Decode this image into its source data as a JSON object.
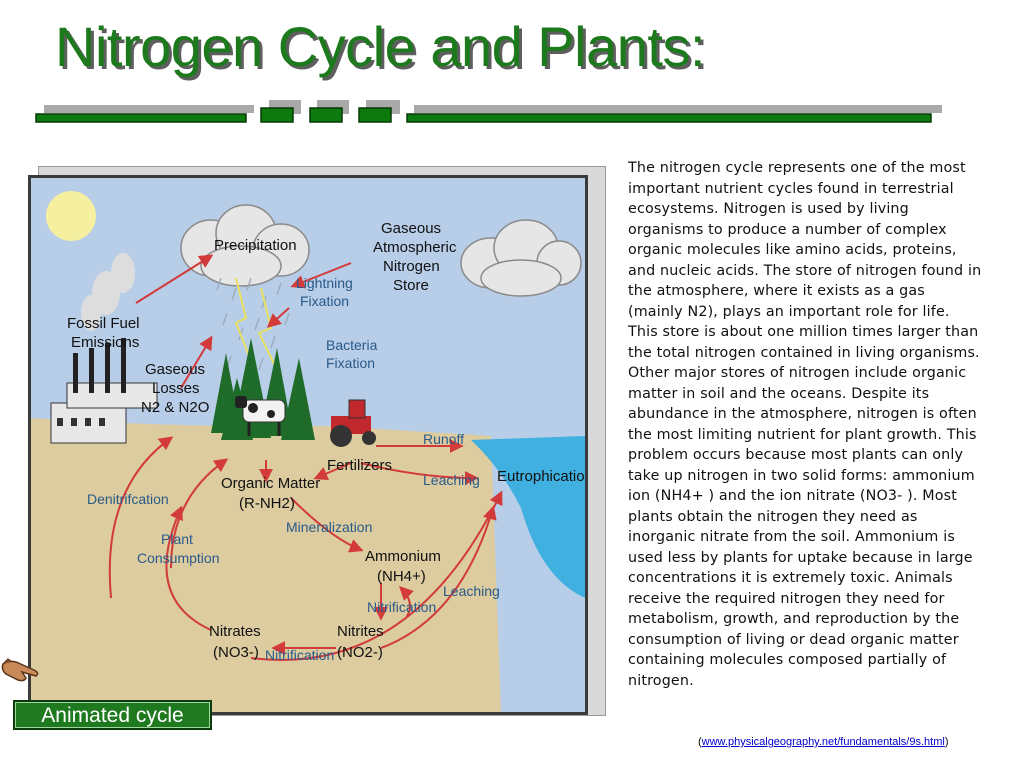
{
  "title": "Nitrogen Cycle and Plants:",
  "diagram": {
    "labels": {
      "precipitation": "Precipitation",
      "gaseous_atmospheric_1": "Gaseous",
      "gaseous_atmospheric_2": "Atmospheric",
      "gaseous_atmospheric_3": "Nitrogen",
      "gaseous_atmospheric_4": "Store",
      "lightning_1": "Lightning",
      "lightning_2": "Fixation",
      "fossil_1": "Fossil Fuel",
      "fossil_2": "Emissions",
      "losses_1": "Gaseous",
      "losses_2": "Losses",
      "losses_3": "N2 & N2O",
      "bacteria_1": "Bacteria",
      "bacteria_2": "Fixation",
      "runoff": "Runoff",
      "fertilizers": "Fertilizers",
      "leaching_1": "Leaching",
      "eutrophication": "Eutrophication",
      "denitrification": "Denitrifcation",
      "organic_1": "Organic Matter",
      "organic_2": "(R-NH2)",
      "mineralization": "Mineralization",
      "plant_1": "Plant",
      "plant_2": "Consumption",
      "ammonium_1": "Ammonium",
      "ammonium_2": "(NH4+)",
      "leaching_2": "Leaching",
      "nitrification_1": "Nitrification",
      "nitrates_1": "Nitrates",
      "nitrates_2": "(NO3-)",
      "nitrification_2": "Nitrification",
      "nitrites_1": "Nitrites",
      "nitrites_2": "(NO2-)"
    }
  },
  "body_text": "The nitrogen cycle represents one of the most important nutrient cycles found in terrestrial ecosystems. Nitrogen is used by living organisms to produce a number of complex organic molecules like amino acids, proteins, and nucleic acids. The store of nitrogen found in the atmosphere, where it exists as a gas (mainly N2), plays an important role for life. This store is about one million times larger than the total nitrogen contained in living organisms. Other major stores of nitrogen include organic matter in soil and the oceans. Despite its abundance in the atmosphere, nitrogen is often the most limiting nutrient for plant growth. This problem occurs because most plants can only take up nitrogen in two solid forms: ammonium ion (NH4+ ) and the ion nitrate (NO3- ). Most plants obtain the nitrogen they need as inorganic nitrate from the soil. Ammonium is used less by plants for uptake because in large concentrations it is extremely toxic. Animals receive the required nitrogen they need for metabolism, growth, and reproduction by the consumption of living or dead organic matter containing molecules composed partially of nitrogen.",
  "source": {
    "open": "(",
    "link": "www.physicalgeography.net/fundamentals/9s.html",
    "close": ")"
  },
  "button": {
    "label": "Animated cycle"
  },
  "icons": {
    "hand": "pointing-hand-icon"
  },
  "colors": {
    "title_green": "#1c7a1c",
    "button_green": "#1f7a1f",
    "sky": "#b7cde8",
    "soil": "#dccca0",
    "water": "#3fb0df",
    "arrow_red": "#d33a3a"
  }
}
